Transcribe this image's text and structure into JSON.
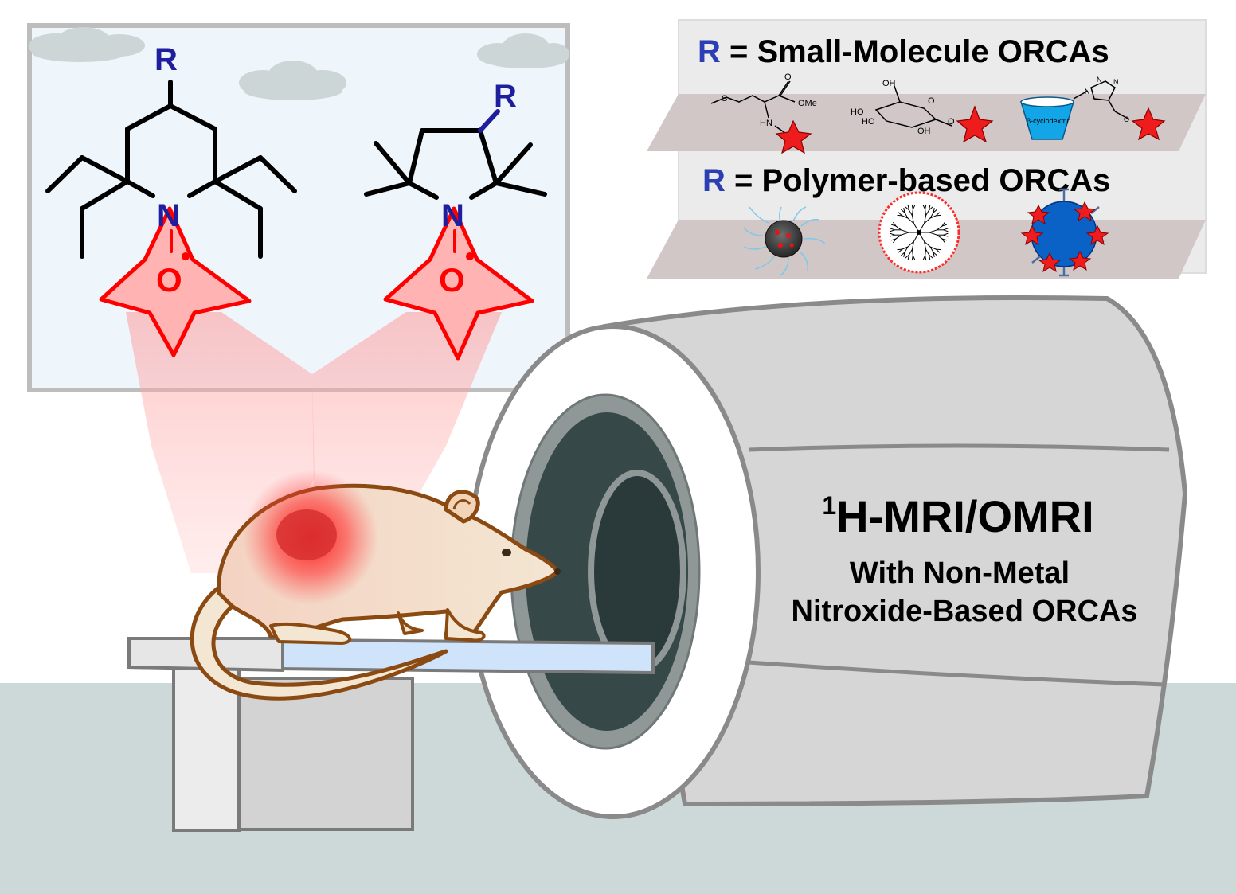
{
  "chem": {
    "piperidine": {
      "r": "R",
      "n": "N",
      "o": "O"
    },
    "pyrrolidine": {
      "r": "R",
      "n": "N",
      "o": "O"
    }
  },
  "legend": {
    "small_molecule": {
      "r": "R",
      "text": " = Small-Molecule ORCAs",
      "molecule_labels": {
        "ome": "OMe",
        "o1": "O",
        "s": "S",
        "hn": "HN",
        "oh_top": "OH",
        "ho1": "HO",
        "ho2": "HO",
        "oh_bottom": "OH",
        "o_ring": "O",
        "o_link": "O",
        "cyclodextrin": "β-cyclodextrin",
        "n1": "N",
        "n2": "N",
        "n3": "N",
        "o_cd": "O"
      }
    },
    "polymer": {
      "r": "R",
      "text": " = Polymer-based ORCAs"
    }
  },
  "scanner": {
    "title_sup": "1",
    "title": "H-MRI/OMRI",
    "line1": "With Non-Metal",
    "line2": "Nitroxide-Based ORCAs"
  },
  "colors": {
    "r_blue": "#1f1f9e",
    "nitroxide_red": "#ff0000",
    "star_fill": "#ffb3b3",
    "scanner_gray": "#d6d6d6",
    "bore_dark": "#364848",
    "floor": "#cdd9d9",
    "mouse_outline": "#8a4a12",
    "mouse_fill": "#f3e1c8"
  }
}
